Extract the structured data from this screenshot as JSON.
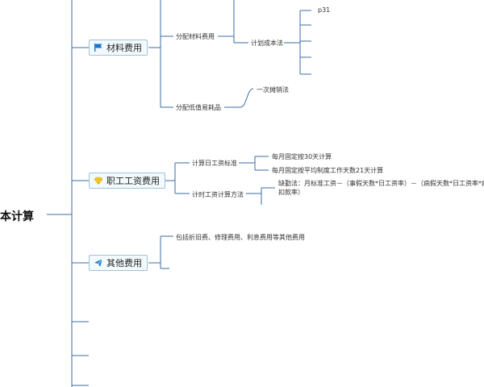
{
  "root": {
    "label": "成本计算"
  },
  "branches": [
    {
      "label": "材料费用",
      "icon": "flag-icon",
      "icon_color": "#1677d2",
      "children": [
        {
          "label": "分配材料费用",
          "children": [
            {
              "label": "计划成本法",
              "children": [
                "p31",
                "",
                "",
                "",
                ""
              ]
            }
          ]
        },
        {
          "label": "分配低值易耗品",
          "children": [
            {
              "label": "一次摊销法"
            }
          ]
        }
      ]
    },
    {
      "label": "职工工资费用",
      "icon": "diamond-icon",
      "icon_color": "#f2c012",
      "children": [
        {
          "label": "计算日工资标准",
          "children": [
            {
              "label": "每月固定按30天计算"
            },
            {
              "label": "每月固定按平均制度工作天数21天计算"
            }
          ]
        },
        {
          "label": "计时工资计算方法",
          "children": [
            {
              "label": "缺勤法：月标准工资－（事假天数*日工资率）－（病假天数*日工资率*病假扣款率）"
            }
          ]
        }
      ]
    },
    {
      "label": "其他费用",
      "icon": "send-icon",
      "icon_color": "#1677d2",
      "children": [
        {
          "label": "包括折旧费、修理费用、利息费用等其他费用"
        }
      ]
    },
    {
      "label": ""
    },
    {
      "label": ""
    },
    {
      "label": ""
    }
  ],
  "line_color": "#3b6ea5"
}
